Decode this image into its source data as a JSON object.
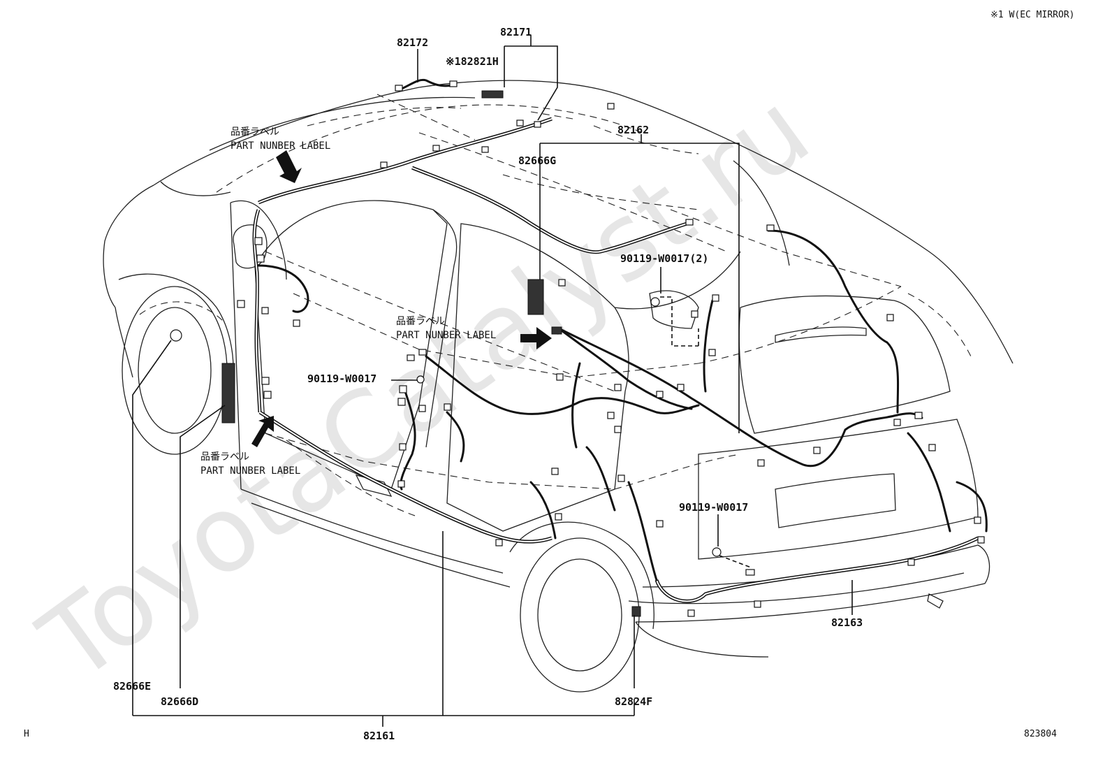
{
  "note": "※1 W(EC MIRROR)",
  "corner_left": "H",
  "corner_right": "823804",
  "watermark": "ToyotaCatalyst.ru",
  "part_labels": {
    "p82171": "82171",
    "p82172": "82172",
    "p82821H": "※182821H",
    "p82162": "82162",
    "p82666G": "82666G",
    "p90119_2": "90119-W0017(2)",
    "p90119_a": "90119-W0017",
    "p90119_b": "90119-W0017",
    "p82163": "82163",
    "p82824F": "82824F",
    "p82161": "82161",
    "p82666E": "82666E",
    "p82666D": "82666D"
  },
  "labels": {
    "jp1": "品番ラベル",
    "en1": "PART NUNBER LABEL",
    "jp2": "品番ラベル",
    "en2": "PART NUNBER LABEL",
    "jp3": "品番ラベル",
    "en3": "PART NUNBER LABEL"
  }
}
